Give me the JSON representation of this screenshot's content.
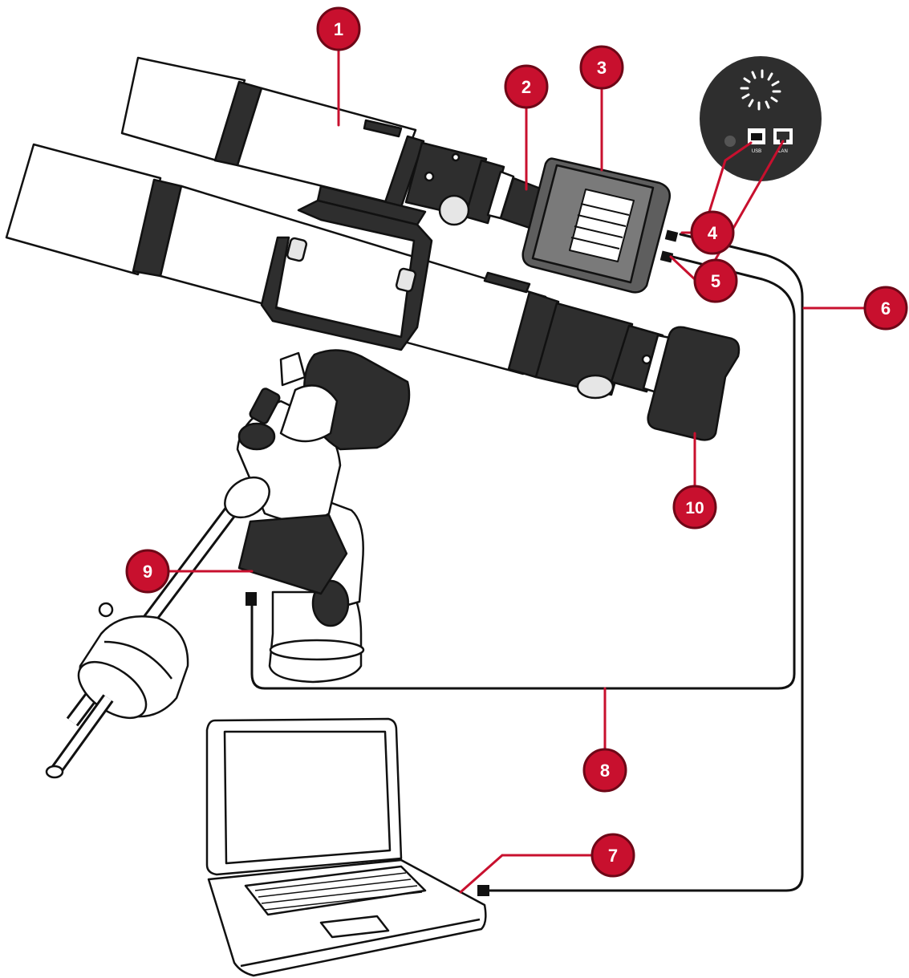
{
  "colors": {
    "callout_fill": "#c8102e",
    "callout_border": "#6e0717",
    "leader_line": "#c8102e",
    "outline": "#111111",
    "dark_body": "#2e2e2e",
    "mid_body": "#555555",
    "light_body": "#ffffff",
    "background": "#ffffff"
  },
  "icons": [
    "usb-port-icon",
    "ethernet-port-icon",
    "fan-icon",
    "status-led-icon"
  ],
  "ports": {
    "usb": "USB",
    "lan": "LAN"
  },
  "callouts": [
    {
      "id": "c1",
      "label": "1"
    },
    {
      "id": "c2",
      "label": "2"
    },
    {
      "id": "c3",
      "label": "3"
    },
    {
      "id": "c4",
      "label": "4"
    },
    {
      "id": "c5",
      "label": "5"
    },
    {
      "id": "c6",
      "label": "6"
    },
    {
      "id": "c7",
      "label": "7"
    },
    {
      "id": "c8",
      "label": "8"
    },
    {
      "id": "c9",
      "label": "9"
    },
    {
      "id": "c10",
      "label": "10"
    }
  ]
}
